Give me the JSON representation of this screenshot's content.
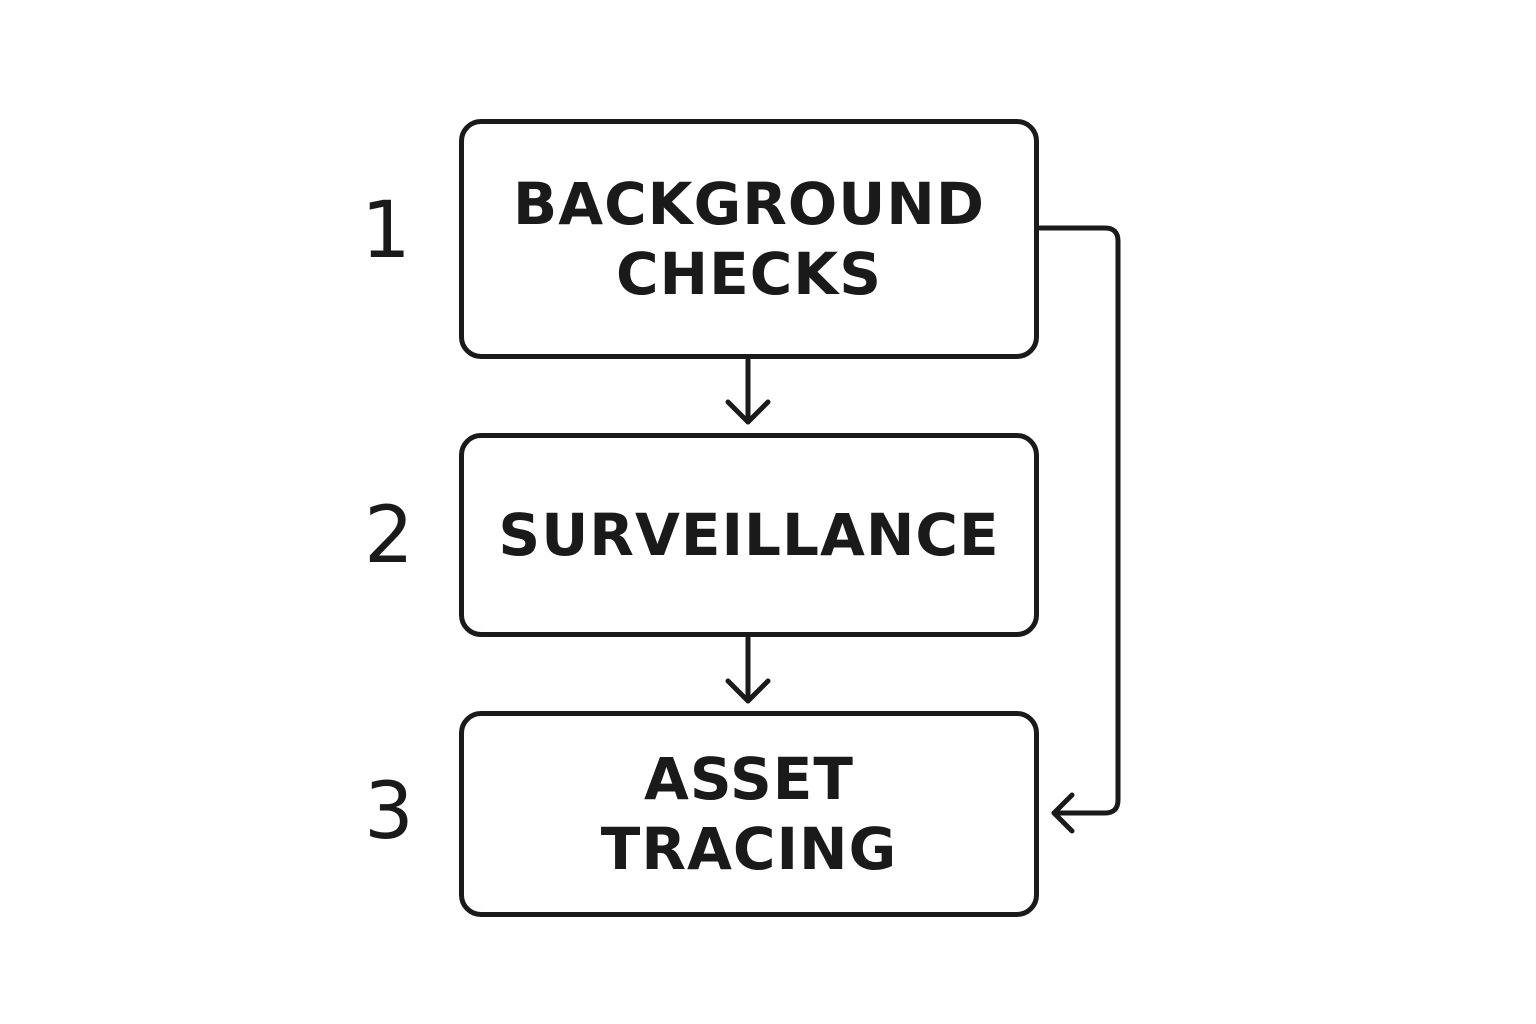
{
  "steps": [
    {
      "number": "1",
      "label_lines": [
        "BACKGROUND",
        "CHECKS"
      ]
    },
    {
      "number": "2",
      "label_lines": [
        "SURVEILLANCE"
      ]
    },
    {
      "number": "3",
      "label_lines": [
        "ASSET",
        "TRACING"
      ]
    }
  ],
  "colors": {
    "stroke": "#1a1a1a",
    "background": "#ffffff"
  }
}
